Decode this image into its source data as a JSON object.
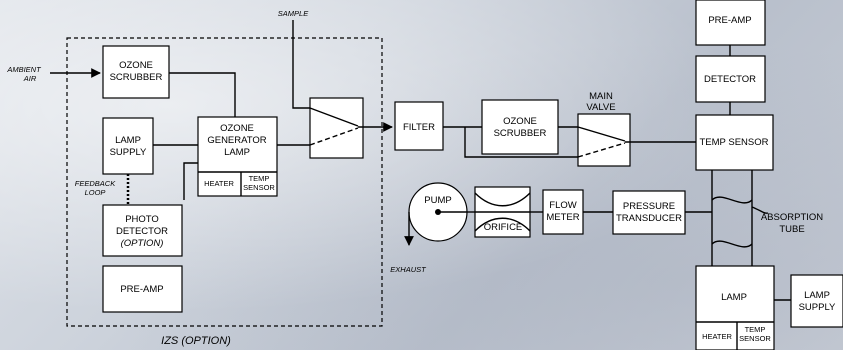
{
  "labels": {
    "sample": "SAMPLE",
    "ambient_air_1": "AMBIENT",
    "ambient_air_2": "AIR",
    "izs_ozone_scrubber_1": "OZONE",
    "izs_ozone_scrubber_2": "SCRUBBER",
    "lamp_supply_left_1": "LAMP",
    "lamp_supply_left_2": "SUPPLY",
    "ozone_gen_1": "OZONE",
    "ozone_gen_2": "GENERATOR",
    "ozone_gen_3": "LAMP",
    "heater_left": "HEATER",
    "temp_sensor_left_1": "TEMP",
    "temp_sensor_left_2": "SENSOR",
    "feedback_1": "FEEDBACK",
    "feedback_2": "LOOP",
    "photo_detector_1": "PHOTO",
    "photo_detector_2": "DETECTOR",
    "photo_detector_3": "(OPTION)",
    "preamp_left": "PRE-AMP",
    "izs_option": "IZS (OPTION)",
    "filter": "FILTER",
    "ozone_scrubber_1": "OZONE",
    "ozone_scrubber_2": "SCRUBBER",
    "main_valve_1": "MAIN",
    "main_valve_2": "VALVE",
    "preamp_right": "PRE-AMP",
    "detector": "DETECTOR",
    "temp_sensor_box": "TEMP SENSOR",
    "pump": "PUMP",
    "orifice": "ORIFICE",
    "flow_meter_1": "FLOW",
    "flow_meter_2": "METER",
    "pressure_1": "PRESSURE",
    "pressure_2": "TRANSDUCER",
    "absorption_1": "ABSORPTION",
    "absorption_2": "TUBE",
    "exhaust": "EXHAUST",
    "lamp_right": "LAMP",
    "lamp_supply_right_1": "LAMP",
    "lamp_supply_right_2": "SUPPLY",
    "heater_right": "HEATER",
    "temp_sensor_right_1": "TEMP",
    "temp_sensor_right_2": "SENSOR"
  }
}
